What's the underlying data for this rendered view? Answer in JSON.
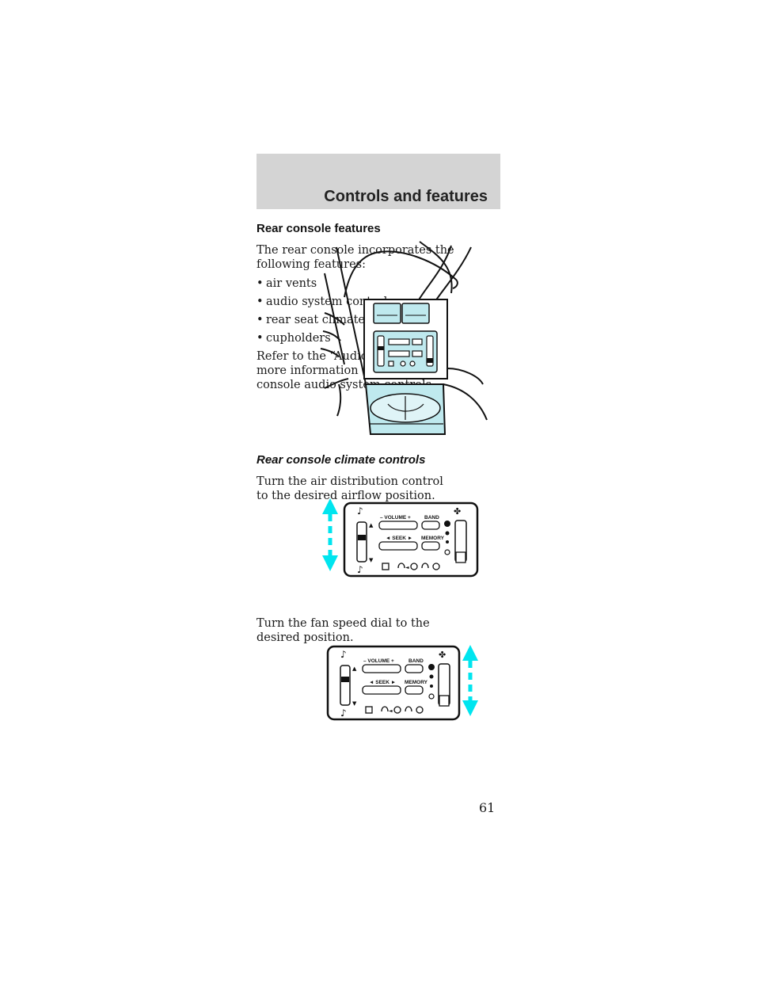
{
  "header": {
    "title": "Controls and features"
  },
  "section1": {
    "heading": "Rear console features",
    "intro": "The rear console incorporates the following features:",
    "bullets": [
      "air vents",
      "audio system controls",
      "rear seat climate controls",
      "cupholders"
    ],
    "refer": "Refer to the “Audio Guide” for more information on the rear console audio system controls."
  },
  "section2": {
    "heading": "Rear console climate controls",
    "para1": "Turn the air distribution control to the desired airflow position.",
    "para2": "Turn the fan speed dial to the desired position."
  },
  "panel": {
    "volume_label": "–   VOLUME   +",
    "band_label": "BAND",
    "seek_label": "◄ SEEK ►",
    "memory_label": "MEMORY"
  },
  "colors": {
    "accent": "#00e5ef",
    "fill": "#bfe9ee",
    "header_bg": "#d4d4d4"
  },
  "page_number": "61"
}
